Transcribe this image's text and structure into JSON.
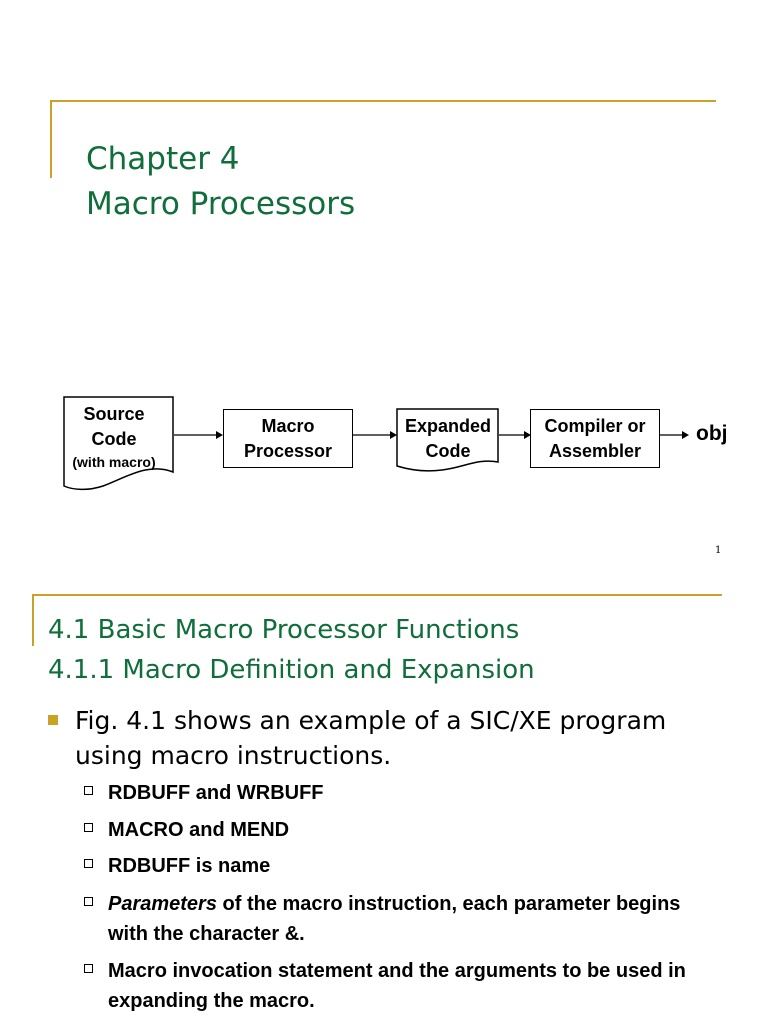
{
  "slide1": {
    "title_line1": "Chapter 4",
    "title_line2": "Macro Processors",
    "diagram": {
      "source_line1": "Source",
      "source_line2": "Code",
      "source_line3": "(with macro)",
      "macro_line1": "Macro",
      "macro_line2": "Processor",
      "expanded_line1": "Expanded",
      "expanded_line2": "Code",
      "compiler_line1": "Compiler or",
      "compiler_line2": "Assembler",
      "output": "obj"
    },
    "page_number": "1"
  },
  "slide2": {
    "title_line1": "4.1 Basic Macro Processor Functions",
    "title_line2": "4.1.1 Macro Definition and Expansion",
    "bullet": "Fig. 4.1 shows an example of a SIC/XE program using macro instructions.",
    "sub_items": [
      "RDBUFF and WRBUFF",
      "MACRO and MEND",
      "RDBUFF is name",
      "of the macro instruction, each parameter begins with the character &.",
      "Macro invocation statement and the arguments to be used in expanding the macro."
    ],
    "sub_item_4_emphasis": "Parameters"
  },
  "colors": {
    "accent": "#c9a227",
    "title": "#0f6e3a"
  }
}
